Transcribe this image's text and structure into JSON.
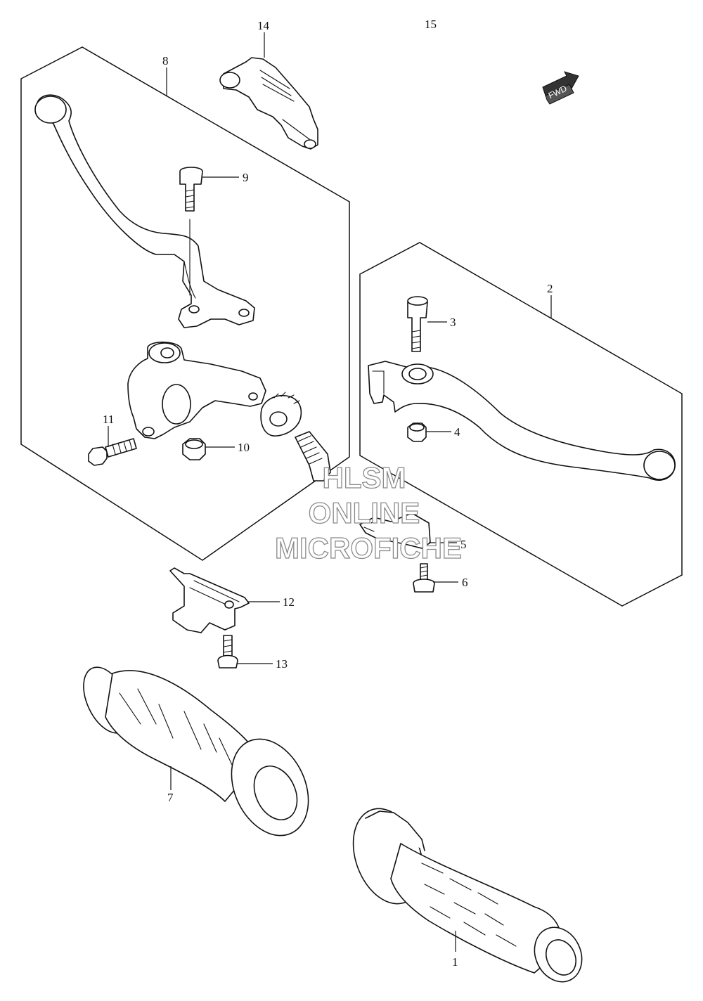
{
  "callouts": {
    "c1": "1",
    "c2": "2",
    "c3": "3",
    "c4": "4",
    "c5": "5",
    "c6": "6",
    "c7": "7",
    "c8": "8",
    "c9": "9",
    "c10": "10",
    "c11": "11",
    "c12": "12",
    "c13": "13",
    "c14": "14",
    "c15": "15"
  },
  "fwd_label": "FWD",
  "watermark": {
    "line1": "HLSM",
    "line2": "ONLINE",
    "line3": "MICROFICHE"
  },
  "colors": {
    "line": "#111111",
    "watermark_outline": "#8a8a8a",
    "background": "#ffffff"
  }
}
